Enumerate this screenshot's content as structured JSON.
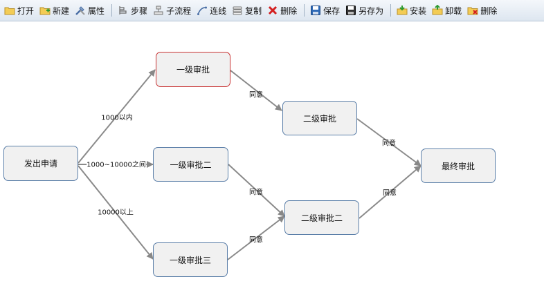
{
  "toolbar": {
    "open": "打开",
    "new": "新建",
    "properties": "属性",
    "step": "步骤",
    "subprocess": "子流程",
    "connect": "连线",
    "copy": "复制",
    "delete": "删除",
    "save": "保存",
    "save_as": "另存为",
    "install": "安装",
    "uninstall": "卸载",
    "remove": "删除"
  },
  "nodes": {
    "start": "发出申请",
    "l1a": "一级审批",
    "l1b": "一级审批二",
    "l1c": "一级审批三",
    "l2a": "二级审批",
    "l2b": "二级审批二",
    "final": "最终审批"
  },
  "edges": {
    "e1": "1000以内",
    "e2": "1000~10000之间",
    "e3": "10000以上",
    "e4": "同意",
    "e5": "同意",
    "e6": "同意",
    "e7": "同意",
    "e8": "同意"
  }
}
